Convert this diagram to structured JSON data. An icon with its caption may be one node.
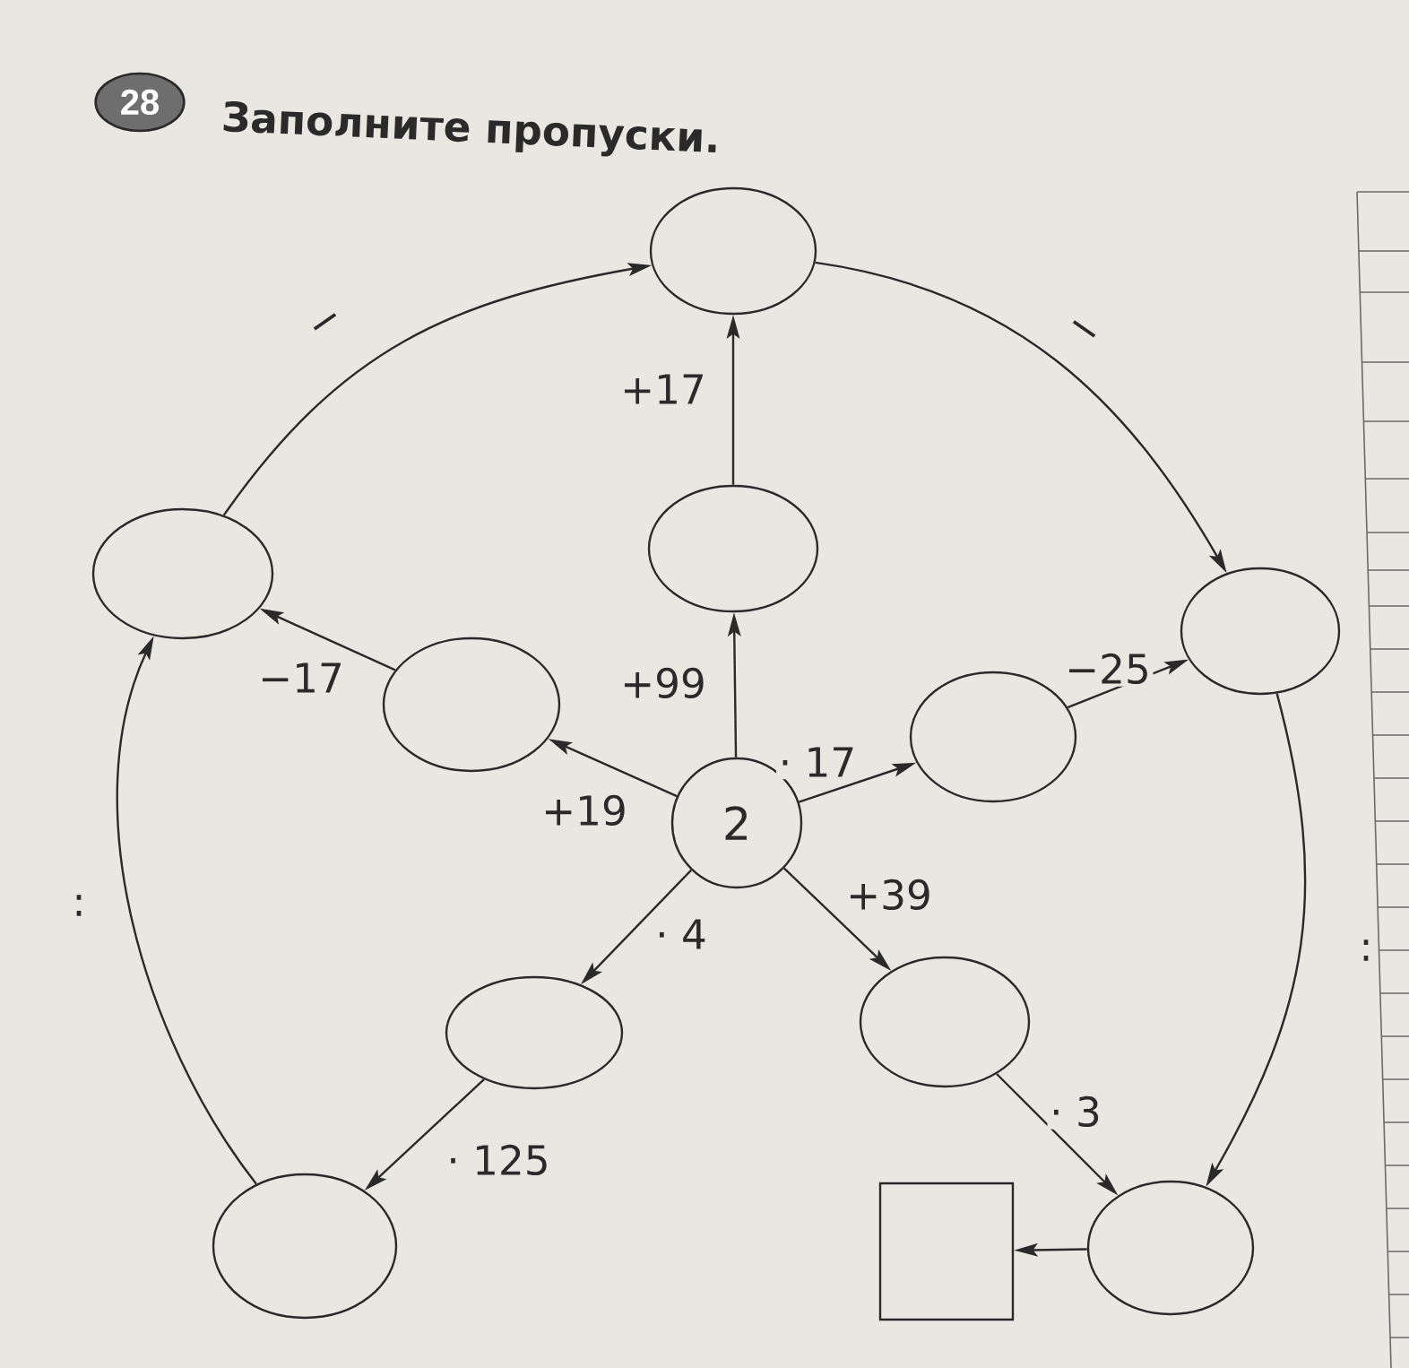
{
  "diagram": {
    "title": "Заполните пропуски.",
    "nodes": [
      {
        "text": [],
        "shape": "ellipse"
      },
      {
        "text": [],
        "shape": "ellipse"
      },
      {
        "text": [],
        "shape": "ellipse"
      },
      {
        "text": [],
        "shape": "ellipse"
      },
      {
        "text": [],
        "shape": "ellipse"
      },
      {
        "text": [],
        "shape": "ellipse"
      },
      {
        "text": [
          "2"
        ]
      },
      {
        "text": [],
        "shape": "ellipse"
      },
      {
        "text": [],
        "shape": "ellipse"
      },
      {
        "text": [],
        "shape": "ellipse"
      },
      {
        "text": [],
        "shape": "box"
      },
      {
        "text": [],
        "shape": "ellipse"
      }
    ],
    "edges": [
      {
        "from": 6,
        "to": 2,
        "arrow": "to",
        "label": "+99"
      },
      {
        "from": 2,
        "to": 0,
        "arrow": "to",
        "label": "+17"
      },
      {
        "from": 6,
        "to": 4,
        "arrow": "to",
        "label": "+19"
      },
      {
        "from": 4,
        "to": 1,
        "arrow": "to",
        "label": "−17"
      },
      {
        "from": 6,
        "to": 5,
        "arrow": "to",
        "label": "· 17"
      },
      {
        "from": 5,
        "to": 3,
        "arrow": "to",
        "label": "−25"
      },
      {
        "from": 6,
        "to": 7,
        "arrow": "to",
        "label": "· 4"
      },
      {
        "from": 7,
        "to": 9,
        "arrow": "to",
        "label": "· 125"
      },
      {
        "from": 6,
        "to": 8,
        "arrow": "to",
        "label": "+39"
      },
      {
        "from": 8,
        "to": 11,
        "arrow": "to",
        "label": "· 3"
      },
      {
        "from": 11,
        "to": 10,
        "arrow": "to"
      },
      {
        "from": 1,
        "to": 0,
        "arrow": "to",
        "label": "−"
      },
      {
        "from": 0,
        "to": 3,
        "arrow": "to",
        "label": "−"
      },
      {
        "from": 9,
        "to": 1,
        "arrow": "to",
        "label": ":"
      },
      {
        "from": 3,
        "to": 11,
        "arrow": "to",
        "label": ":"
      }
    ],
    "labels": [
      "28"
    ]
  }
}
